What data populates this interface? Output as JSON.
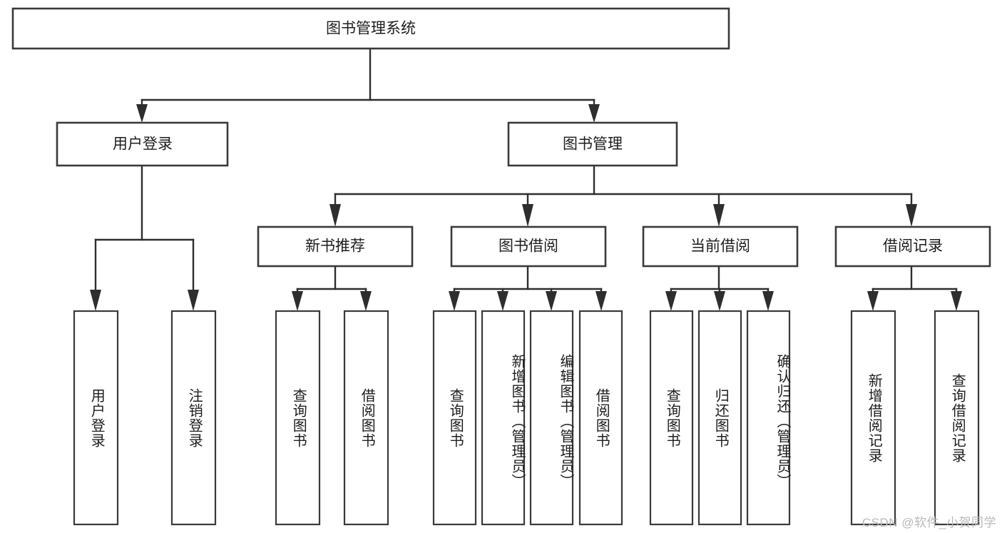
{
  "diagram": {
    "type": "tree-hierarchy-flowchart",
    "title": "图书管理系统",
    "orientation": "top-down",
    "background_color": "#ffffff",
    "box_border_color": "#3a3a3a",
    "connector_color": "#2e2e2e",
    "text_color": "#1d1d1d",
    "levels": 4,
    "nodes": {
      "root": {
        "id": "root",
        "label": "图书管理系统",
        "level": 0,
        "text_orientation": "horizontal"
      },
      "user_login": {
        "id": "user_login",
        "label": "用户登录",
        "level": 1,
        "text_orientation": "horizontal"
      },
      "book_manage": {
        "id": "book_manage",
        "label": "图书管理",
        "level": 1,
        "text_orientation": "horizontal"
      },
      "new_book_rec": {
        "id": "new_book_rec",
        "label": "新书推荐",
        "level": 2,
        "text_orientation": "horizontal"
      },
      "book_borrow": {
        "id": "book_borrow",
        "label": "图书借阅",
        "level": 2,
        "text_orientation": "horizontal"
      },
      "current_borrow": {
        "id": "current_borrow",
        "label": "当前借阅",
        "level": 2,
        "text_orientation": "horizontal"
      },
      "borrow_record": {
        "id": "borrow_record",
        "label": "借阅记录",
        "level": 2,
        "text_orientation": "horizontal"
      },
      "leaf_user_login": {
        "id": "leaf_user_login",
        "label": "用户登录",
        "level": 2,
        "text_orientation": "vertical"
      },
      "leaf_logout": {
        "id": "leaf_logout",
        "label": "注销登录",
        "level": 2,
        "text_orientation": "vertical"
      },
      "leaf_query_book_1": {
        "id": "leaf_query_book_1",
        "label": "查询图书",
        "level": 3,
        "text_orientation": "vertical"
      },
      "leaf_borrow_book_1": {
        "id": "leaf_borrow_book_1",
        "label": "借阅图书",
        "level": 3,
        "text_orientation": "vertical"
      },
      "leaf_query_book_2": {
        "id": "leaf_query_book_2",
        "label": "查询图书",
        "level": 3,
        "text_orientation": "vertical"
      },
      "leaf_add_book": {
        "id": "leaf_add_book",
        "label": "新增图书（管理员）",
        "level": 3,
        "text_orientation": "vertical"
      },
      "leaf_edit_book": {
        "id": "leaf_edit_book",
        "label": "编辑图书（管理员）",
        "level": 3,
        "text_orientation": "vertical"
      },
      "leaf_borrow_book_2": {
        "id": "leaf_borrow_book_2",
        "label": "借阅图书",
        "level": 3,
        "text_orientation": "vertical"
      },
      "leaf_query_book_3": {
        "id": "leaf_query_book_3",
        "label": "查询图书",
        "level": 3,
        "text_orientation": "vertical"
      },
      "leaf_return_book": {
        "id": "leaf_return_book",
        "label": "归还图书",
        "level": 3,
        "text_orientation": "vertical"
      },
      "leaf_confirm_return": {
        "id": "leaf_confirm_return",
        "label": "确认归还（管理员）",
        "level": 3,
        "text_orientation": "vertical"
      },
      "leaf_add_record": {
        "id": "leaf_add_record",
        "label": "新增借阅记录",
        "level": 3,
        "text_orientation": "vertical"
      },
      "leaf_query_record": {
        "id": "leaf_query_record",
        "label": "查询借阅记录",
        "level": 3,
        "text_orientation": "vertical"
      }
    },
    "edges": [
      {
        "from": "root",
        "to": "user_login"
      },
      {
        "from": "root",
        "to": "book_manage"
      },
      {
        "from": "user_login",
        "to": "leaf_user_login"
      },
      {
        "from": "user_login",
        "to": "leaf_logout"
      },
      {
        "from": "book_manage",
        "to": "new_book_rec"
      },
      {
        "from": "book_manage",
        "to": "book_borrow"
      },
      {
        "from": "book_manage",
        "to": "current_borrow"
      },
      {
        "from": "book_manage",
        "to": "borrow_record"
      },
      {
        "from": "new_book_rec",
        "to": "leaf_query_book_1"
      },
      {
        "from": "new_book_rec",
        "to": "leaf_borrow_book_1"
      },
      {
        "from": "book_borrow",
        "to": "leaf_query_book_2"
      },
      {
        "from": "book_borrow",
        "to": "leaf_add_book"
      },
      {
        "from": "book_borrow",
        "to": "leaf_edit_book"
      },
      {
        "from": "book_borrow",
        "to": "leaf_borrow_book_2"
      },
      {
        "from": "current_borrow",
        "to": "leaf_query_book_3"
      },
      {
        "from": "current_borrow",
        "to": "leaf_return_book"
      },
      {
        "from": "current_borrow",
        "to": "leaf_confirm_return"
      },
      {
        "from": "borrow_record",
        "to": "leaf_add_record"
      },
      {
        "from": "borrow_record",
        "to": "leaf_query_record"
      }
    ]
  },
  "watermark": {
    "text": "CSDN @软件_小贺同学"
  }
}
